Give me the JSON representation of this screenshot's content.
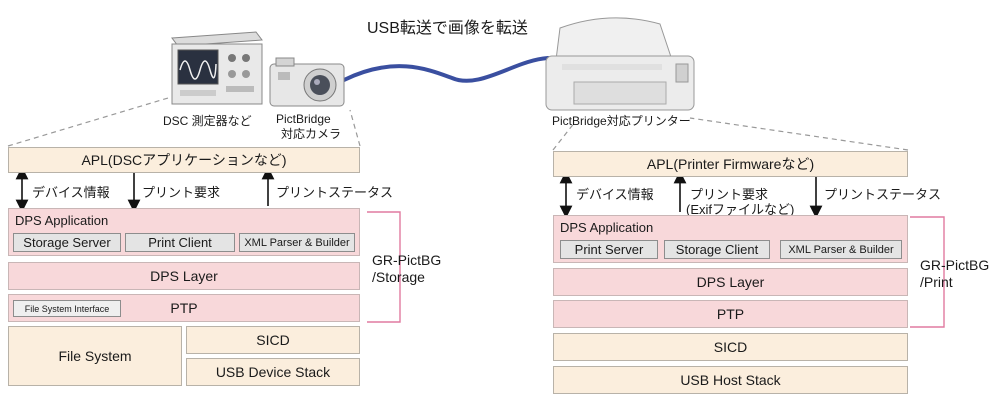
{
  "title": "USB転送で画像を転送",
  "devices": {
    "dsc_label": "DSC 測定器など",
    "camera_label_1": "PictBridge",
    "camera_label_2": "対応カメラ",
    "printer_label": "PictBridge対応プリンター"
  },
  "left": {
    "apl": "APL(DSCアプリケーションなど)",
    "arrows": {
      "device_info": "デバイス情報",
      "print_request": "プリント要求",
      "print_status": "プリントステータス"
    },
    "dps_app": {
      "title": "DPS Application",
      "modules": [
        "Storage Server",
        "Print Client",
        "XML Parser & Builder"
      ]
    },
    "dps_layer": "DPS Layer",
    "ptp": "PTP",
    "fs_interface": "File System Interface",
    "file_system": "File System",
    "sicd": "SICD",
    "usb_stack": "USB Device Stack",
    "bracket_label_1": "GR-PictBG",
    "bracket_label_2": "/Storage"
  },
  "right": {
    "apl": "APL(Printer Firmwareなど)",
    "arrows": {
      "device_info": "デバイス情報",
      "print_request_1": "プリント要求",
      "print_request_2": "(Exifファイルなど)",
      "print_status": "プリントステータス"
    },
    "dps_app": {
      "title": "DPS Application",
      "modules": [
        "Print Server",
        "Storage Client",
        "XML Parser & Builder"
      ]
    },
    "dps_layer": "DPS Layer",
    "ptp": "PTP",
    "sicd": "SICD",
    "usb_stack": "USB Host Stack",
    "bracket_label_1": "GR-PictBG",
    "bracket_label_2": "/Print"
  },
  "colors": {
    "apl_fill": "#fbeedd",
    "dps_fill": "#f8d8da",
    "bracket": "#e07aa0",
    "cable": "#3a4fa0"
  }
}
